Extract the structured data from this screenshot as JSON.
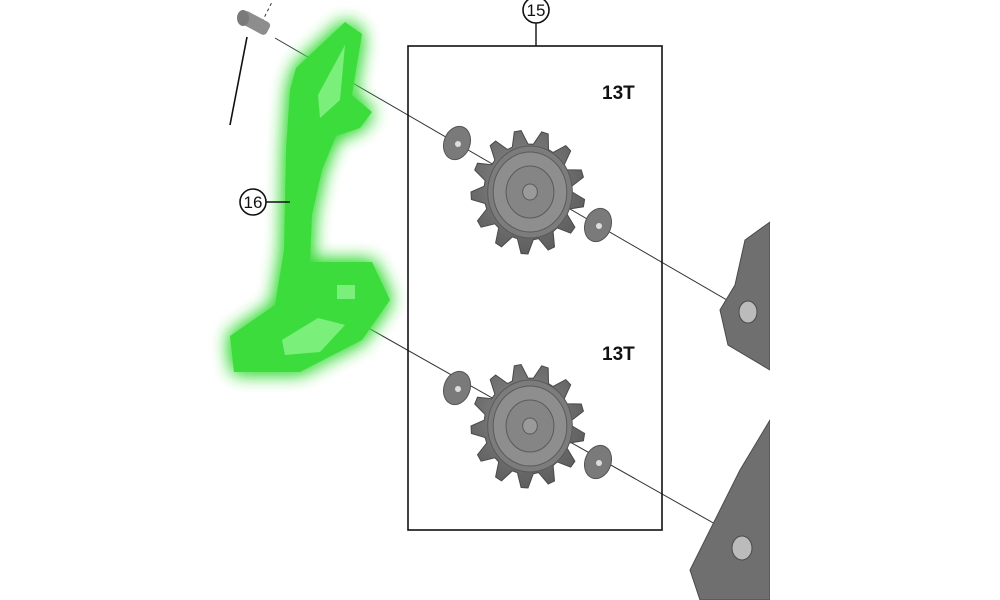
{
  "diagram": {
    "callouts": [
      {
        "number": "15",
        "target": "pulley-set"
      },
      {
        "number": "16",
        "target": "inner-plate"
      }
    ],
    "pulleys": [
      {
        "teeth_label": "13T",
        "teeth": 13
      },
      {
        "teeth_label": "13T",
        "teeth": 13
      }
    ],
    "colors": {
      "highlight": "#3ddc3d",
      "part_gray": "#6f6f6f",
      "line": "#222222",
      "background": "#ffffff"
    }
  }
}
